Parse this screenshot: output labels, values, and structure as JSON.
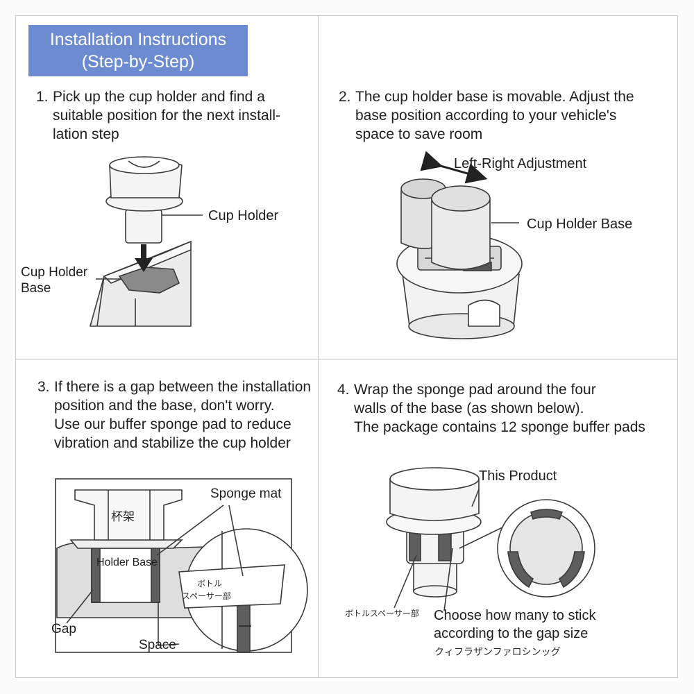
{
  "title": {
    "line1": "Installation Instructions",
    "line2": "(Step-by-Step)"
  },
  "steps": [
    {
      "number": "1.",
      "lines": [
        "Pick up the cup holder and find a",
        "suitable position for the next install-",
        "lation step"
      ],
      "labels": {
        "cup_holder": "Cup Holder",
        "base_line1": "Cup Holder",
        "base_line2": "Base"
      }
    },
    {
      "number": "2.",
      "lines": [
        "The cup holder base is movable. Adjust the",
        "base position according to your vehicle's",
        "space to save room"
      ],
      "labels": {
        "adjustment": "Left-Right Adjustment",
        "base": "Cup Holder Base"
      }
    },
    {
      "number": "3.",
      "lines": [
        "If there is a gap between the installation",
        "position and the base, don't worry.",
        "Use our buffer sponge pad to reduce",
        "vibration and stabilize the cup holder"
      ],
      "labels": {
        "sponge_mat": "Sponge mat",
        "cup_jp": "杯架",
        "holder_base": "Holder Base",
        "bottle_jp_line1": "ボトル",
        "bottle_jp_line2": "スペーサー部",
        "gap": "Gap",
        "space": "Space"
      }
    },
    {
      "number": "4.",
      "lines": [
        "Wrap the sponge pad around the four",
        "walls of the base (as shown below).",
        "The package contains 12 sponge buffer pads"
      ],
      "labels": {
        "this_product": "This Product",
        "bottle_jp": "ボトルスペーサー部",
        "choose_line1": "Choose how many to stick",
        "choose_line2": "according to the gap size",
        "jp_note": "クィフラザンファロシンッグ"
      }
    }
  ],
  "colors": {
    "title_bg": "#6d8bd0",
    "frame": "#c7c7c7",
    "line_art": "#3a3a3a",
    "sponge": "#5e5e5e",
    "light_fill": "#ececec"
  }
}
